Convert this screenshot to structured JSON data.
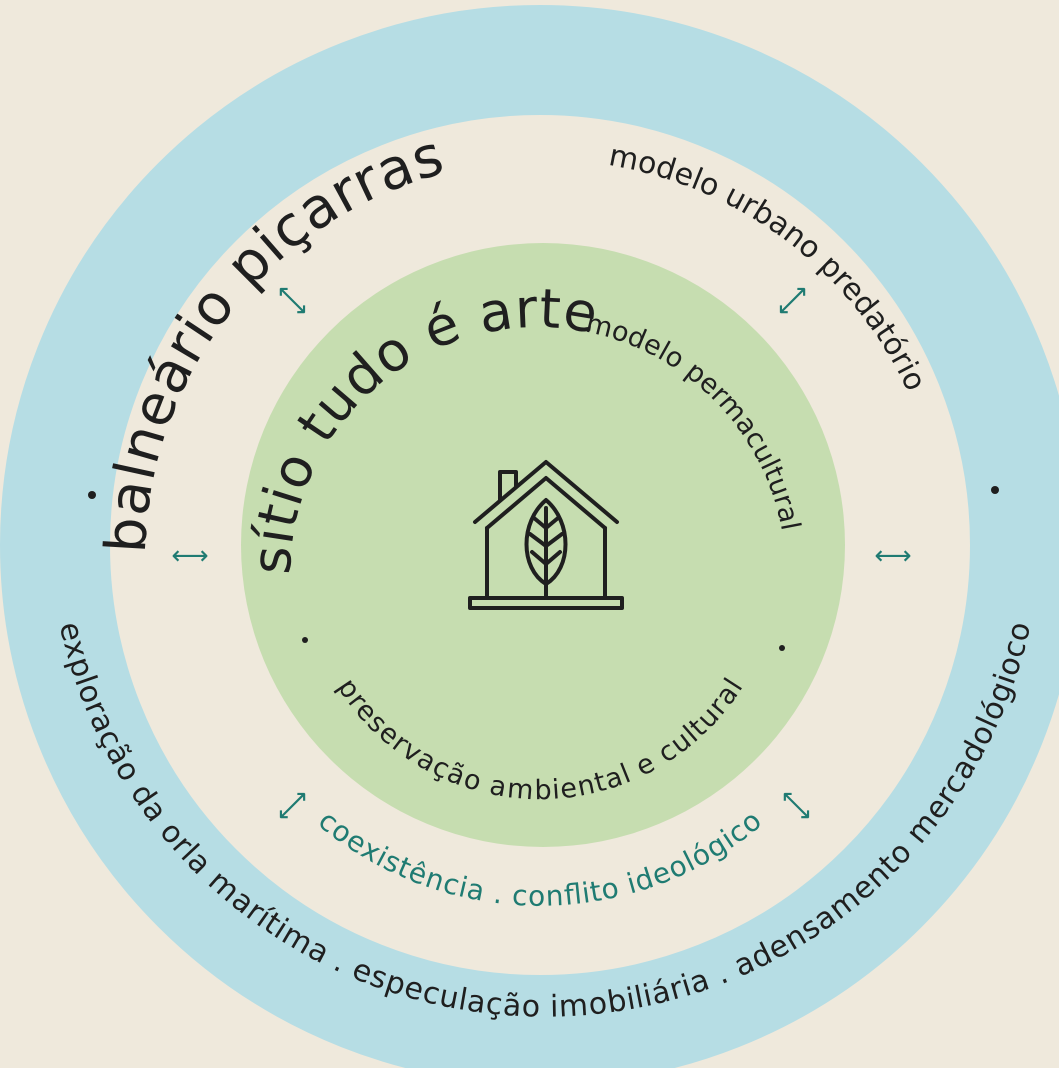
{
  "outer_ring": {
    "title": "balneário piçarras",
    "subtitle": "modelo urbano predatório",
    "bottom_text": "exploração da orla marítima . especulação imobiliária . adensamento mercadológioco"
  },
  "inner_circle": {
    "title": "sítio tudo é arte",
    "subtitle": "modelo permacultural",
    "bottom_text": "preservação ambiental e cultural",
    "icon": "house-leaf-icon"
  },
  "relation": {
    "text": "coexistência . conflito ideológico"
  },
  "arrows": {
    "glyph": "⟷"
  },
  "colors": {
    "background": "#efe9dc",
    "outer_ring": "#b6dde4",
    "inner_circle": "#c6ddb0",
    "text": "#1f1f1f",
    "accent": "#1f7b72"
  }
}
